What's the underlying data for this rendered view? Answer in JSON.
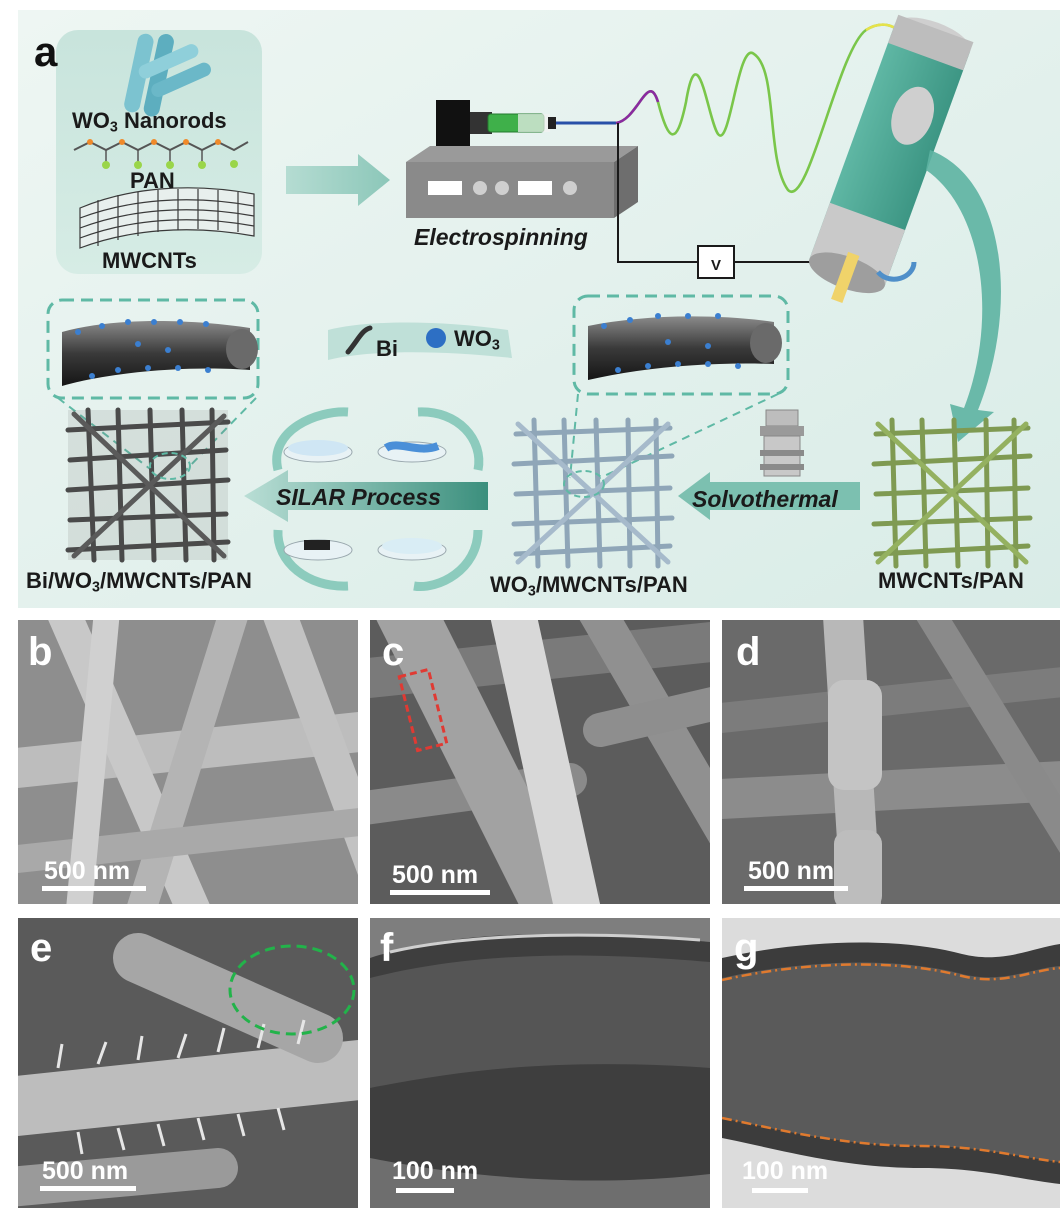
{
  "panel_a": {
    "letter": "a",
    "inputs": {
      "wo3_prefix": "WO",
      "wo3_sub": "3",
      "wo3_suffix": " Nanorods",
      "pan": "PAN",
      "mwcnts": "MWCNTs"
    },
    "process": {
      "electrospinning": "Electrospinning",
      "voltage_symbol": "V",
      "solvothermal": "Solvothermal",
      "silar": "SILAR Process"
    },
    "legend": {
      "bi": "Bi",
      "wo3_prefix": "WO",
      "wo3_sub": "3"
    },
    "products": {
      "mwcnts_pan": "MWCNTs/PAN",
      "wo3_prefix": "WO",
      "wo3_sub": "3",
      "wo3_suffix": "/MWCNTs/PAN",
      "bi_prefix": "Bi/WO",
      "bi_sub": "3",
      "bi_suffix": "/MWCNTs/PAN"
    }
  },
  "micrographs": [
    {
      "letter": "b",
      "scale": "500 nm"
    },
    {
      "letter": "c",
      "scale": "500 nm"
    },
    {
      "letter": "d",
      "scale": "500 nm"
    },
    {
      "letter": "e",
      "scale": "500 nm"
    },
    {
      "letter": "f",
      "scale": "100 nm"
    },
    {
      "letter": "g",
      "scale": "100 nm"
    }
  ],
  "colors": {
    "panel_a_bg": "#e3f1ee",
    "teal_arrow": "#9fd2c6",
    "dark_teal": "#4fa391",
    "sem_gray": "#8c8c8c",
    "tem_gray": "#5a5a5a",
    "red_box": "#e03a33",
    "green_dash": "#22b34a",
    "orange_dash": "#e07a2e"
  }
}
